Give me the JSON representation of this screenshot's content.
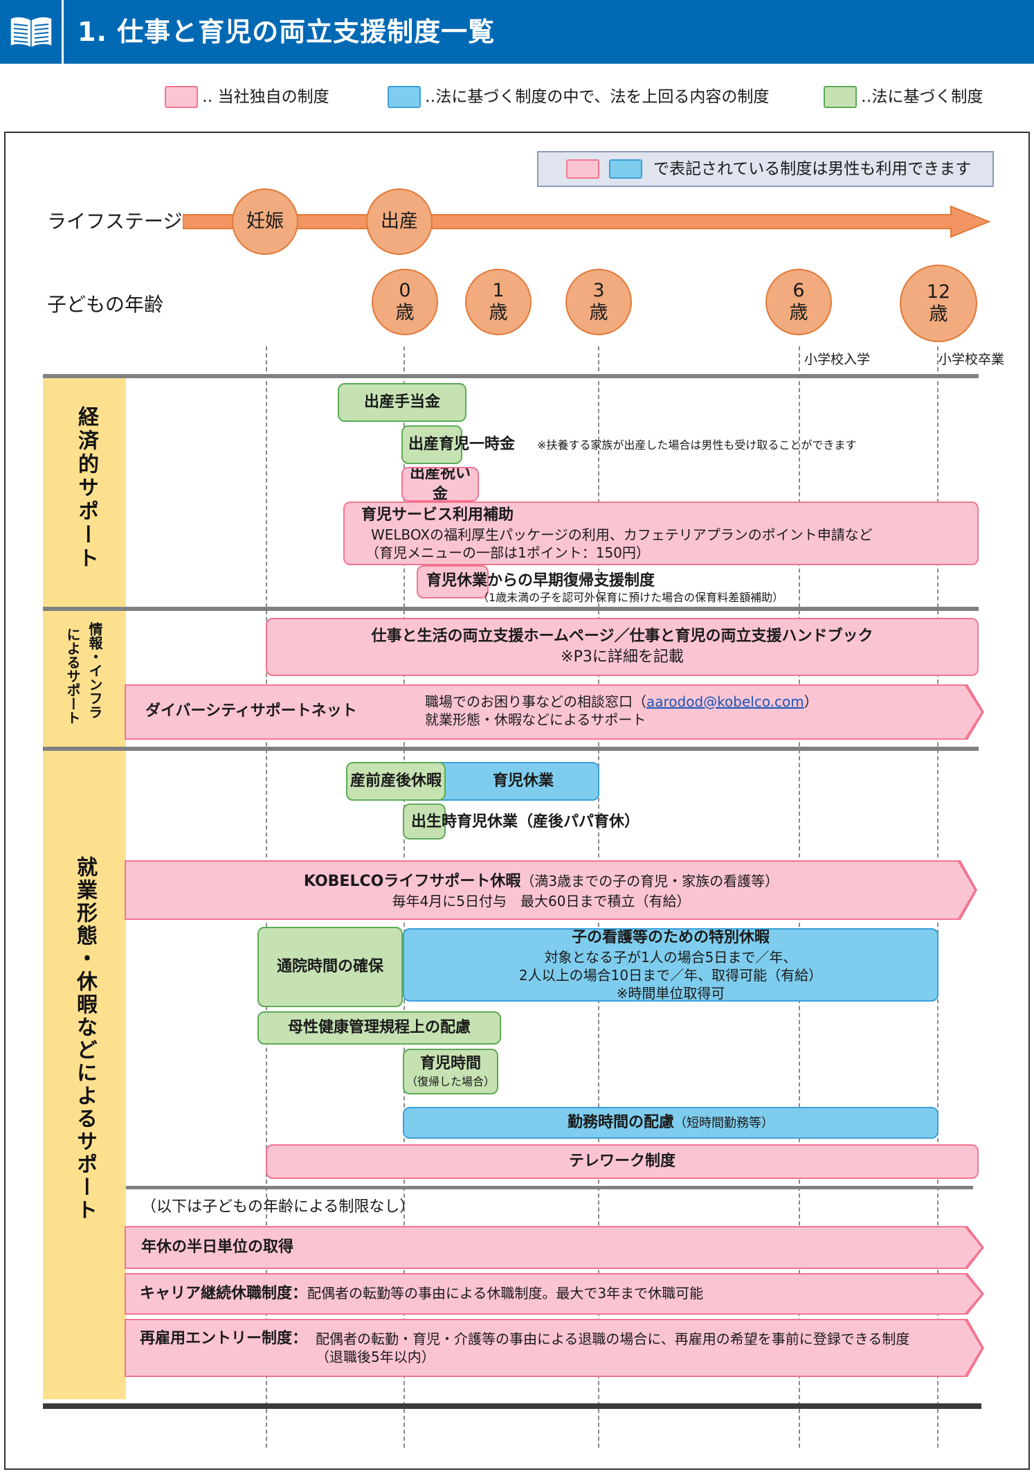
{
  "header": {
    "title": "1. 仕事と育児の両立支援制度一覧",
    "icon": "book-icon"
  },
  "legend": [
    {
      "color": "#fbc4d3",
      "text": "‥ 当社独自の制度"
    },
    {
      "color": "#7fcdee",
      "text": "‥法に基づく制度の中で、法を上回る内容の制度"
    },
    {
      "color": "#c6e2b3",
      "text": "‥法に基づく制度"
    }
  ],
  "men_note": "で表記されている制度は男性も利用できます",
  "life_stage": {
    "label": "ライフステージ",
    "stage1": "妊娠",
    "stage2": "出産"
  },
  "child_age": {
    "label": "子どもの年齢",
    "ages": [
      {
        "num": "0",
        "unit": "歳"
      },
      {
        "num": "1",
        "unit": "歳"
      },
      {
        "num": "3",
        "unit": "歳"
      },
      {
        "num": "6",
        "unit": "歳"
      },
      {
        "num": "12",
        "unit": "歳"
      }
    ],
    "school_entry": "小学校入学",
    "school_grad": "小学校卒業"
  },
  "categories": {
    "economic": "経済的サポート",
    "info_line1": "情報・インフラ",
    "info_line2": "によるサポート",
    "work": "就業形態・休暇などによるサポート"
  },
  "economic": {
    "birth_allowance": "出産手当金",
    "lump_sum": "出産育児一時金",
    "lump_sum_note": "※扶養する家族が出産した場合は男性も受け取ることができます",
    "celebration": "出産祝い金",
    "childcare_service_title": "育児サービス利用補助",
    "childcare_service_line1": "WELBOXの福利厚生パッケージの利用、カフェテリアプランのポイント申請など",
    "childcare_service_line2": "（育児メニューの一部は1ポイント：150円）",
    "early_return_title": "育児休業からの早期復帰支援制度",
    "early_return_note": "（1歳未満の子を認可外保育に預けた場合の保育料差額補助）"
  },
  "info": {
    "homepage_line1": "仕事と生活の両立支援ホームページ／仕事と育児の両立支援ハンドブック",
    "homepage_line2": "※P3に詳細を記載",
    "diversity_title": "ダイバーシティサポートネット",
    "diversity_line1_pre": "職場でのお困り事などの相談窓口（",
    "diversity_email": "aarodod@kobelco.com",
    "diversity_line1_post": "）",
    "diversity_line2": "就業形態・休暇などによるサポート"
  },
  "work": {
    "maternity_leave": "産前産後休暇",
    "childcare_leave": "育児休業",
    "paternity_leave": "出生時育児休業（産後パパ育休）",
    "life_support_title": "KOBELCOライフサポート休暇",
    "life_support_paren": "（満3歳までの子の育児・家族の看護等）",
    "life_support_line2": "毎年4月に5日付与　最大60日まで積立（有給）",
    "clinic_time": "通院時間の確保",
    "nursing_title": "子の看護等のための特別休暇",
    "nursing_line1": "対象となる子が1人の場合5日まで／年、",
    "nursing_line2": "2人以上の場合10日まで／年、取得可能（有給）",
    "nursing_line3": "※時間単位取得可",
    "maternal_health": "母性健康管理規程上の配慮",
    "childcare_time": "育児時間",
    "childcare_time_note": "（復帰した場合）",
    "work_hours": "勤務時間の配慮",
    "work_hours_note": "（短時間勤務等）",
    "telework": "テレワーク制度",
    "no_age_limit": "（以下は子どもの年齢による制限なし）",
    "half_day": "年休の半日単位の取得",
    "career_title": "キャリア継続休職制度：",
    "career_text": "配偶者の転勤等の事由による休職制度。最大で3年まで休職可能",
    "reentry_title": "再雇用エントリー制度：",
    "reentry_line1": "配偶者の転勤・育児・介護等の事由による退職の場合に、再雇用の希望を事前に登録できる制度",
    "reentry_line2": "（退職後5年以内）"
  }
}
